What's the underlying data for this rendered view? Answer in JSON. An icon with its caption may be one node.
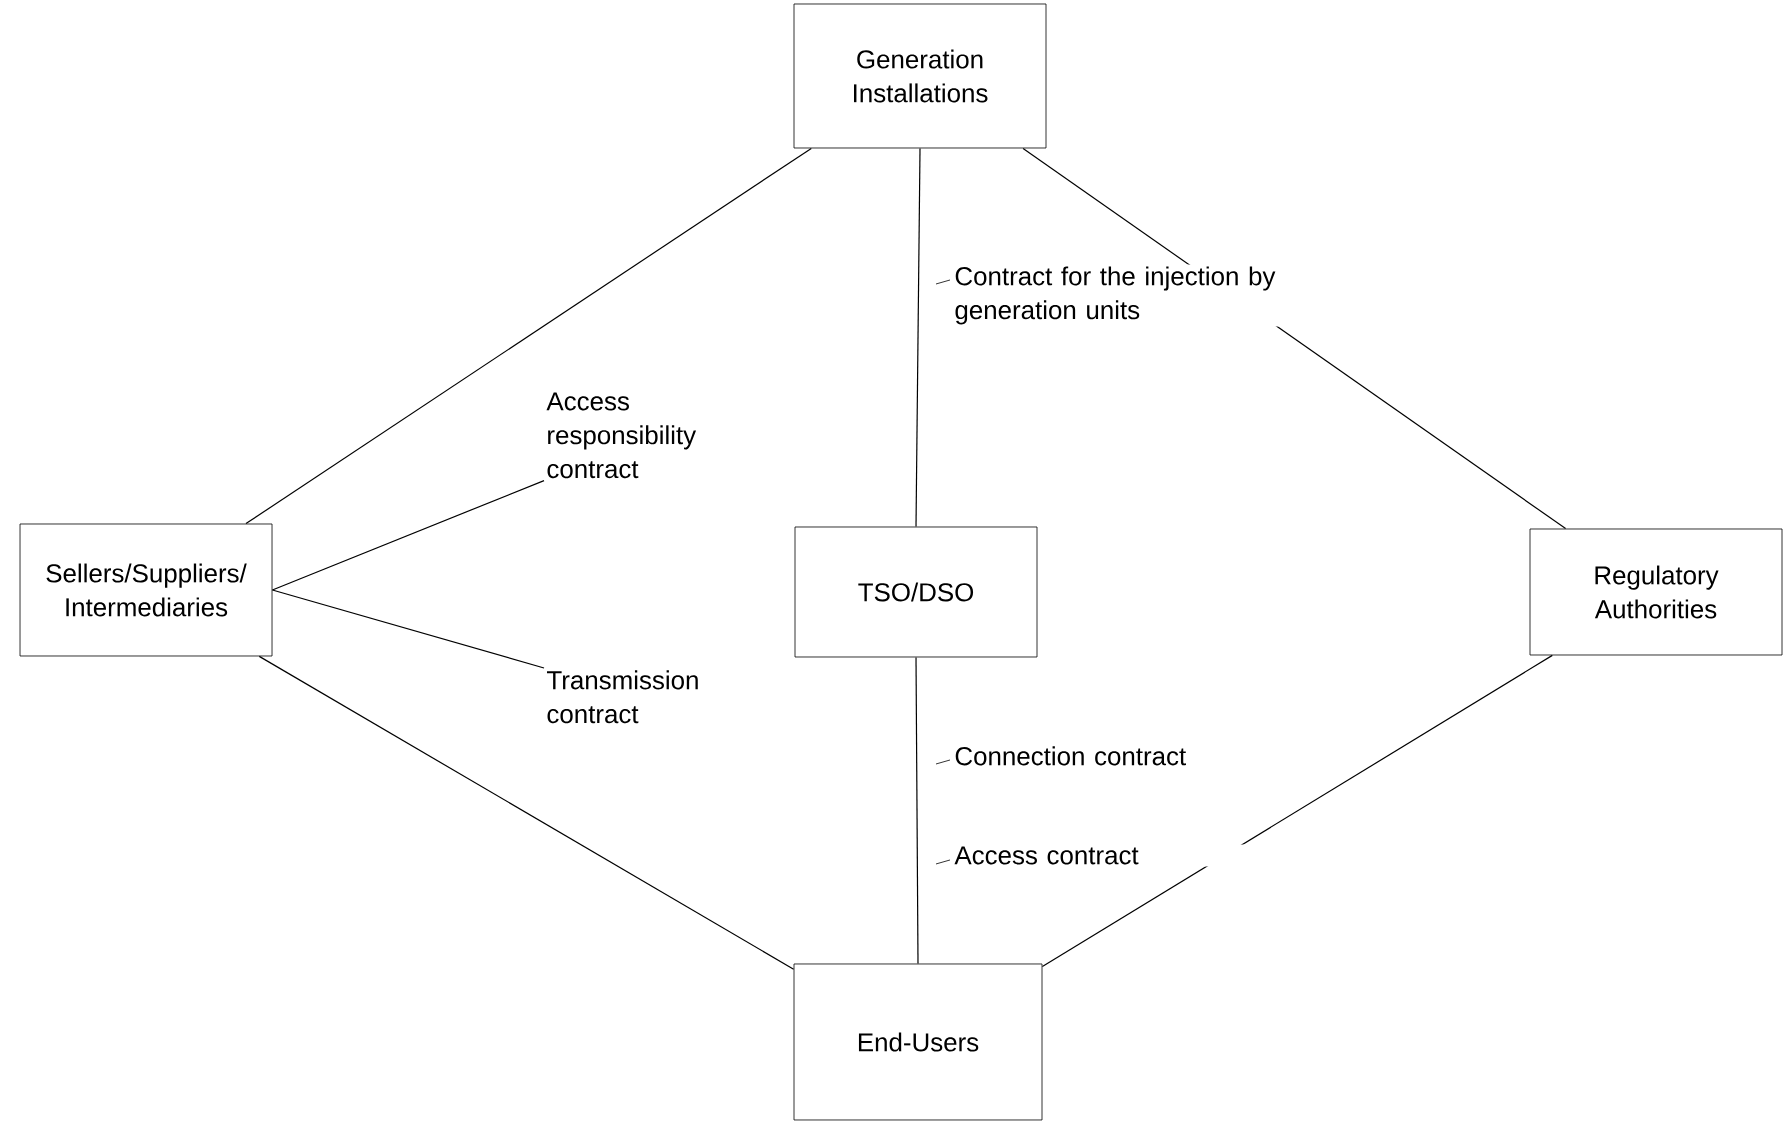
{
  "diagram": {
    "nodes": [
      {
        "text": [
          "Generation Installations"
        ]
      },
      {
        "text": [
          "Sellers/Suppliers/ Intermediaries"
        ]
      },
      {
        "text": [
          "TSO/DSO"
        ]
      },
      {
        "text": [
          "Regulatory Authorities"
        ]
      },
      {
        "text": [
          "End-Users"
        ]
      },
      {
        "text": [
          "Access responsibility contract"
        ]
      },
      {
        "text": [
          "Transmission contract"
        ]
      }
    ],
    "edges": [
      {
        "from": 0,
        "to": 1,
        "arrow": "none"
      },
      {
        "from": 0,
        "to": 3,
        "arrow": "none"
      },
      {
        "from": 0,
        "to": 2,
        "arrow": "none",
        "label": "Contract for the injection by generation units"
      },
      {
        "from": 1,
        "to": 5,
        "arrow": "none"
      },
      {
        "from": 1,
        "to": 6,
        "arrow": "none"
      },
      {
        "from": 1,
        "to": 4,
        "arrow": "none"
      },
      {
        "from": 2,
        "to": 4,
        "arrow": "none",
        "label": "Connection contract"
      },
      {
        "from": 3,
        "to": 4,
        "arrow": "none"
      }
    ],
    "labels": [
      "Access contract"
    ]
  }
}
